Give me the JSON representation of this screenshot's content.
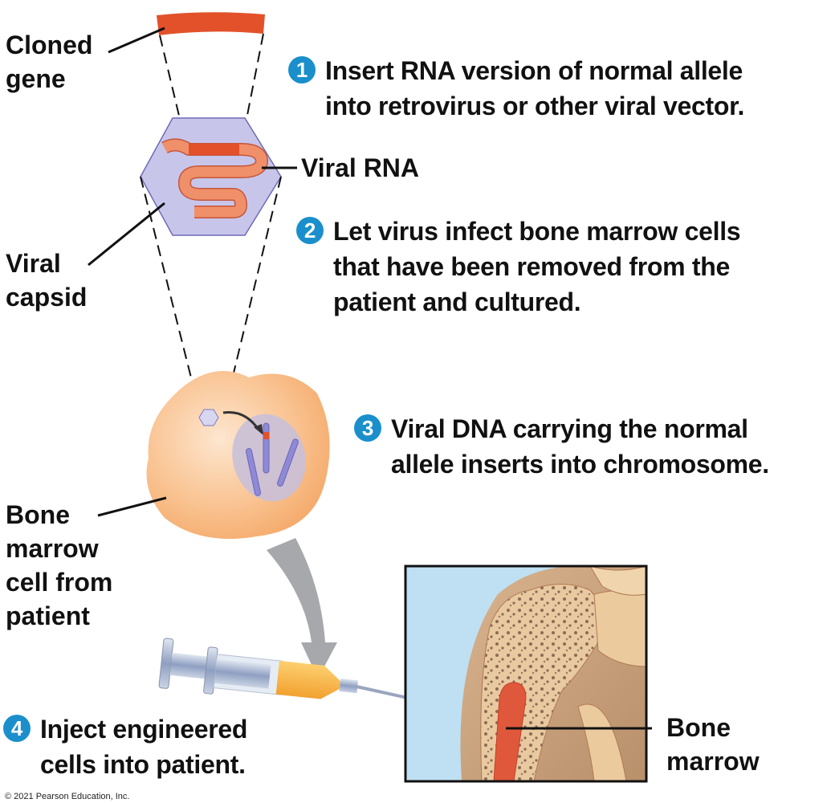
{
  "labels": {
    "cloned_gene": [
      "Cloned",
      "gene"
    ],
    "viral_rna": "Viral RNA",
    "viral_capsid": [
      "Viral",
      "capsid"
    ],
    "bone_marrow_cell": [
      "Bone",
      "marrow",
      "cell from",
      "patient"
    ],
    "bone_marrow": [
      "Bone",
      "marrow"
    ]
  },
  "steps": [
    {
      "number": "1",
      "lines": [
        "Insert RNA version of normal allele",
        "into retrovirus or other viral vector."
      ]
    },
    {
      "number": "2",
      "lines": [
        "Let virus infect bone marrow cells",
        "that have been removed from the",
        "patient and cultured."
      ]
    },
    {
      "number": "3",
      "lines": [
        "Viral DNA carrying the normal",
        "allele inserts into chromosome."
      ]
    },
    {
      "number": "4",
      "lines": [
        "Inject engineered",
        "cells into patient."
      ]
    }
  ],
  "copyright": "© 2021 Pearson Education, Inc.",
  "colors": {
    "step_badge": "#1a8fcc",
    "gene": "#e2512a",
    "viral_rna": "#f0906a",
    "capsid": "#c8c5ea",
    "cell": "#f7b77c",
    "marrow": "#e0583c",
    "bone": "#e8c69a",
    "sky": "#bfe0f2"
  }
}
